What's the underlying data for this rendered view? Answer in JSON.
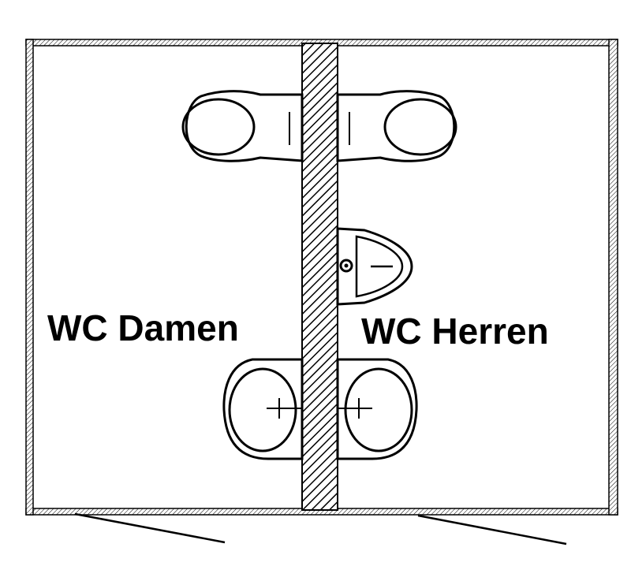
{
  "rooms": {
    "left": {
      "label": "WC Damen"
    },
    "right": {
      "label": "WC Herren"
    }
  },
  "fixtures": {
    "left": [
      "toilet",
      "washbasin"
    ],
    "right": [
      "toilet",
      "urinal",
      "washbasin"
    ]
  },
  "colors": {
    "ink": "#000000",
    "background": "#ffffff"
  }
}
